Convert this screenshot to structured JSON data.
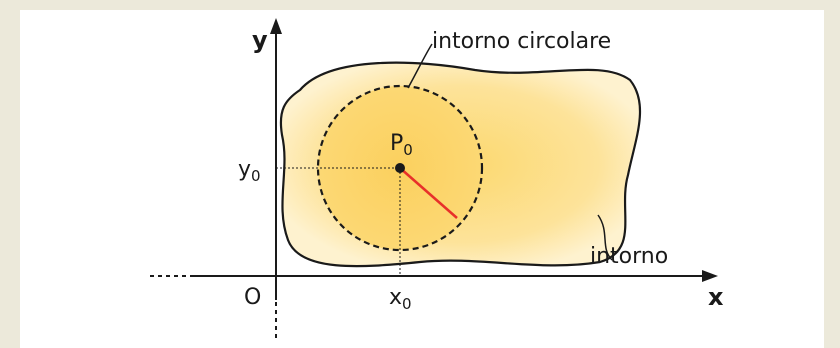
{
  "diagram": {
    "labels": {
      "y_axis": "y",
      "x_axis": "x",
      "origin": "O",
      "point_base": "P",
      "point_sub": "0",
      "y0_base": "y",
      "y0_sub": "0",
      "x0_base": "x",
      "x0_sub": "0",
      "circular_neighborhood": "intorno circolare",
      "neighborhood": "intorno"
    },
    "colors": {
      "background": "#ece9da",
      "panel": "#ffffff",
      "outline": "#1a1a1a",
      "region_fill": "#fde7a6",
      "disk_fill": "#fcd46a",
      "radius": "#e8302a"
    }
  }
}
